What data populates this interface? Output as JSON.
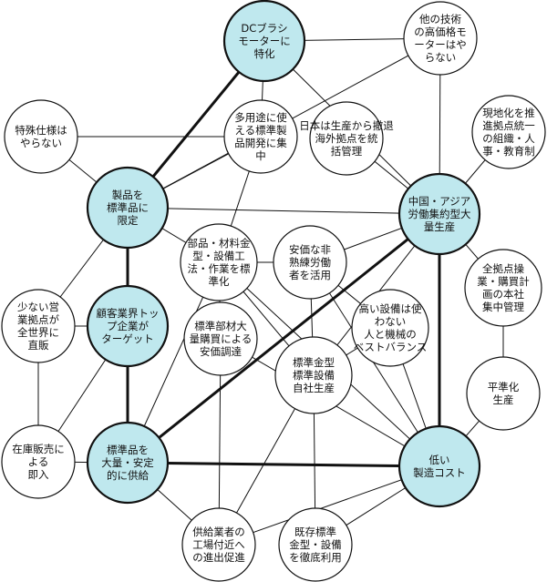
{
  "style": {
    "key_fill": "#bfe8ee",
    "plain_fill": "#ffffff",
    "stroke": "#111111"
  },
  "nodes": {
    "dc-brush-motor": {
      "lines": [
        "DCブラシ",
        "モーターに",
        "特化"
      ],
      "key": true
    },
    "other-tech": {
      "lines": [
        "他の技術",
        "の高価格モ",
        "ーターはや",
        "らない"
      ],
      "key": false
    },
    "special-specs": {
      "lines": [
        "特殊仕様は",
        "やらない"
      ],
      "key": false
    },
    "multi-purpose": {
      "lines": [
        "多用途に使",
        "える標準製",
        "品開発に集",
        "中"
      ],
      "key": false
    },
    "japan-hq": {
      "lines": [
        "日本は生産から撤退",
        "海外拠点を統",
        "括管理"
      ],
      "key": false
    },
    "localization": {
      "lines": [
        "現地化を推",
        "進拠点統一",
        "の組織・人",
        "事・教育制"
      ],
      "key": false
    },
    "limited-products": {
      "lines": [
        "製品を",
        "標準品に",
        "限定"
      ],
      "key": true
    },
    "china-asia": {
      "lines": [
        "中国・アジア",
        "労働集約型大",
        "量生産"
      ],
      "key": true
    },
    "parts-std": {
      "lines": [
        "部品・材料金",
        "型・設備工",
        "法・作業を標",
        "準化"
      ],
      "key": false
    },
    "cheap-labor": {
      "lines": [
        "安価な非",
        "熟練労働",
        "者を活用"
      ],
      "key": false
    },
    "mgmt-all": {
      "lines": [
        "全拠点操",
        "業・購買計",
        "画の本社",
        "集中管理"
      ],
      "key": false
    },
    "few-sales": {
      "lines": [
        "少ない営",
        "業拠点が",
        "全世界に",
        "直販"
      ],
      "key": false
    },
    "top-customers": {
      "lines": [
        "顧客業界トッ",
        "プ企業が",
        "ターゲット"
      ],
      "key": true
    },
    "std-materials": {
      "lines": [
        "標準部材大",
        "量購買による",
        "安価調達"
      ],
      "key": false
    },
    "no-advanced": {
      "lines": [
        "高い設備は使",
        "わない",
        "人と機械の",
        "ベストバランス"
      ],
      "key": false
    },
    "std-molds": {
      "lines": [
        "標準金型",
        "標準設備",
        "自社生産"
      ],
      "key": false
    },
    "leveling": {
      "lines": [
        "平準化",
        "生産"
      ],
      "key": false
    },
    "inventory-sales": {
      "lines": [
        "在庫販売に",
        "よる",
        "即入"
      ],
      "key": false
    },
    "std-supply": {
      "lines": [
        "標準品を",
        "大量・安定",
        "的に供給"
      ],
      "key": true
    },
    "low-cost": {
      "lines": [
        "低い",
        "製造コスト"
      ],
      "key": true
    },
    "supplier-move": {
      "lines": [
        "供給業者の",
        "工場付近へ",
        "の進出促進"
      ],
      "key": false
    },
    "existing-molds": {
      "lines": [
        "既存標準",
        "金型・設備",
        "を徹底利用"
      ],
      "key": false
    }
  },
  "edges": [
    {
      "from": "dc-brush-motor",
      "to": "limited-products",
      "bold": true
    },
    {
      "from": "dc-brush-motor",
      "to": "other-tech",
      "bold": false
    },
    {
      "from": "dc-brush-motor",
      "to": "multi-purpose",
      "bold": false
    },
    {
      "from": "dc-brush-motor",
      "to": "china-asia",
      "bold": false
    },
    {
      "from": "other-tech",
      "to": "limited-products",
      "bold": false
    },
    {
      "from": "other-tech",
      "to": "china-asia",
      "bold": false
    },
    {
      "from": "special-specs",
      "to": "limited-products",
      "bold": false
    },
    {
      "from": "special-specs",
      "to": "multi-purpose",
      "bold": false
    },
    {
      "from": "multi-purpose",
      "to": "limited-products",
      "bold": false
    },
    {
      "from": "multi-purpose",
      "to": "parts-std",
      "bold": false
    },
    {
      "from": "japan-hq",
      "to": "china-asia",
      "bold": false
    },
    {
      "from": "localization",
      "to": "china-asia",
      "bold": false
    },
    {
      "from": "limited-products",
      "to": "top-customers",
      "bold": true
    },
    {
      "from": "limited-products",
      "to": "few-sales",
      "bold": false
    },
    {
      "from": "limited-products",
      "to": "parts-std",
      "bold": false
    },
    {
      "from": "limited-products",
      "to": "china-asia",
      "bold": false
    },
    {
      "from": "china-asia",
      "to": "cheap-labor",
      "bold": false
    },
    {
      "from": "china-asia",
      "to": "mgmt-all",
      "bold": false
    },
    {
      "from": "china-asia",
      "to": "std-molds",
      "bold": false
    },
    {
      "from": "china-asia",
      "to": "std-supply",
      "bold": true
    },
    {
      "from": "china-asia",
      "to": "low-cost",
      "bold": true
    },
    {
      "from": "parts-std",
      "to": "cheap-labor",
      "bold": false
    },
    {
      "from": "parts-std",
      "to": "std-materials",
      "bold": false
    },
    {
      "from": "parts-std",
      "to": "std-supply",
      "bold": false
    },
    {
      "from": "parts-std",
      "to": "low-cost",
      "bold": false
    },
    {
      "from": "cheap-labor",
      "to": "no-advanced",
      "bold": false
    },
    {
      "from": "cheap-labor",
      "to": "low-cost",
      "bold": false
    },
    {
      "from": "cheap-labor",
      "to": "std-molds",
      "bold": false
    },
    {
      "from": "mgmt-all",
      "to": "leveling",
      "bold": false
    },
    {
      "from": "few-sales",
      "to": "inventory-sales",
      "bold": false
    },
    {
      "from": "few-sales",
      "to": "top-customers",
      "bold": false
    },
    {
      "from": "top-customers",
      "to": "std-supply",
      "bold": true
    },
    {
      "from": "top-customers",
      "to": "inventory-sales",
      "bold": false
    },
    {
      "from": "std-materials",
      "to": "low-cost",
      "bold": false
    },
    {
      "from": "std-materials",
      "to": "supplier-move",
      "bold": false
    },
    {
      "from": "no-advanced",
      "to": "low-cost",
      "bold": false
    },
    {
      "from": "no-advanced",
      "to": "std-molds",
      "bold": false
    },
    {
      "from": "std-molds",
      "to": "existing-molds",
      "bold": false
    },
    {
      "from": "std-molds",
      "to": "supplier-move",
      "bold": false
    },
    {
      "from": "leveling",
      "to": "low-cost",
      "bold": false
    },
    {
      "from": "std-supply",
      "to": "low-cost",
      "bold": true
    },
    {
      "from": "std-supply",
      "to": "inventory-sales",
      "bold": false
    },
    {
      "from": "std-supply",
      "to": "supplier-move",
      "bold": false
    },
    {
      "from": "low-cost",
      "to": "supplier-move",
      "bold": false
    },
    {
      "from": "low-cost",
      "to": "existing-molds",
      "bold": false
    },
    {
      "from": "parts-std",
      "to": "std-molds",
      "bold": false
    }
  ]
}
